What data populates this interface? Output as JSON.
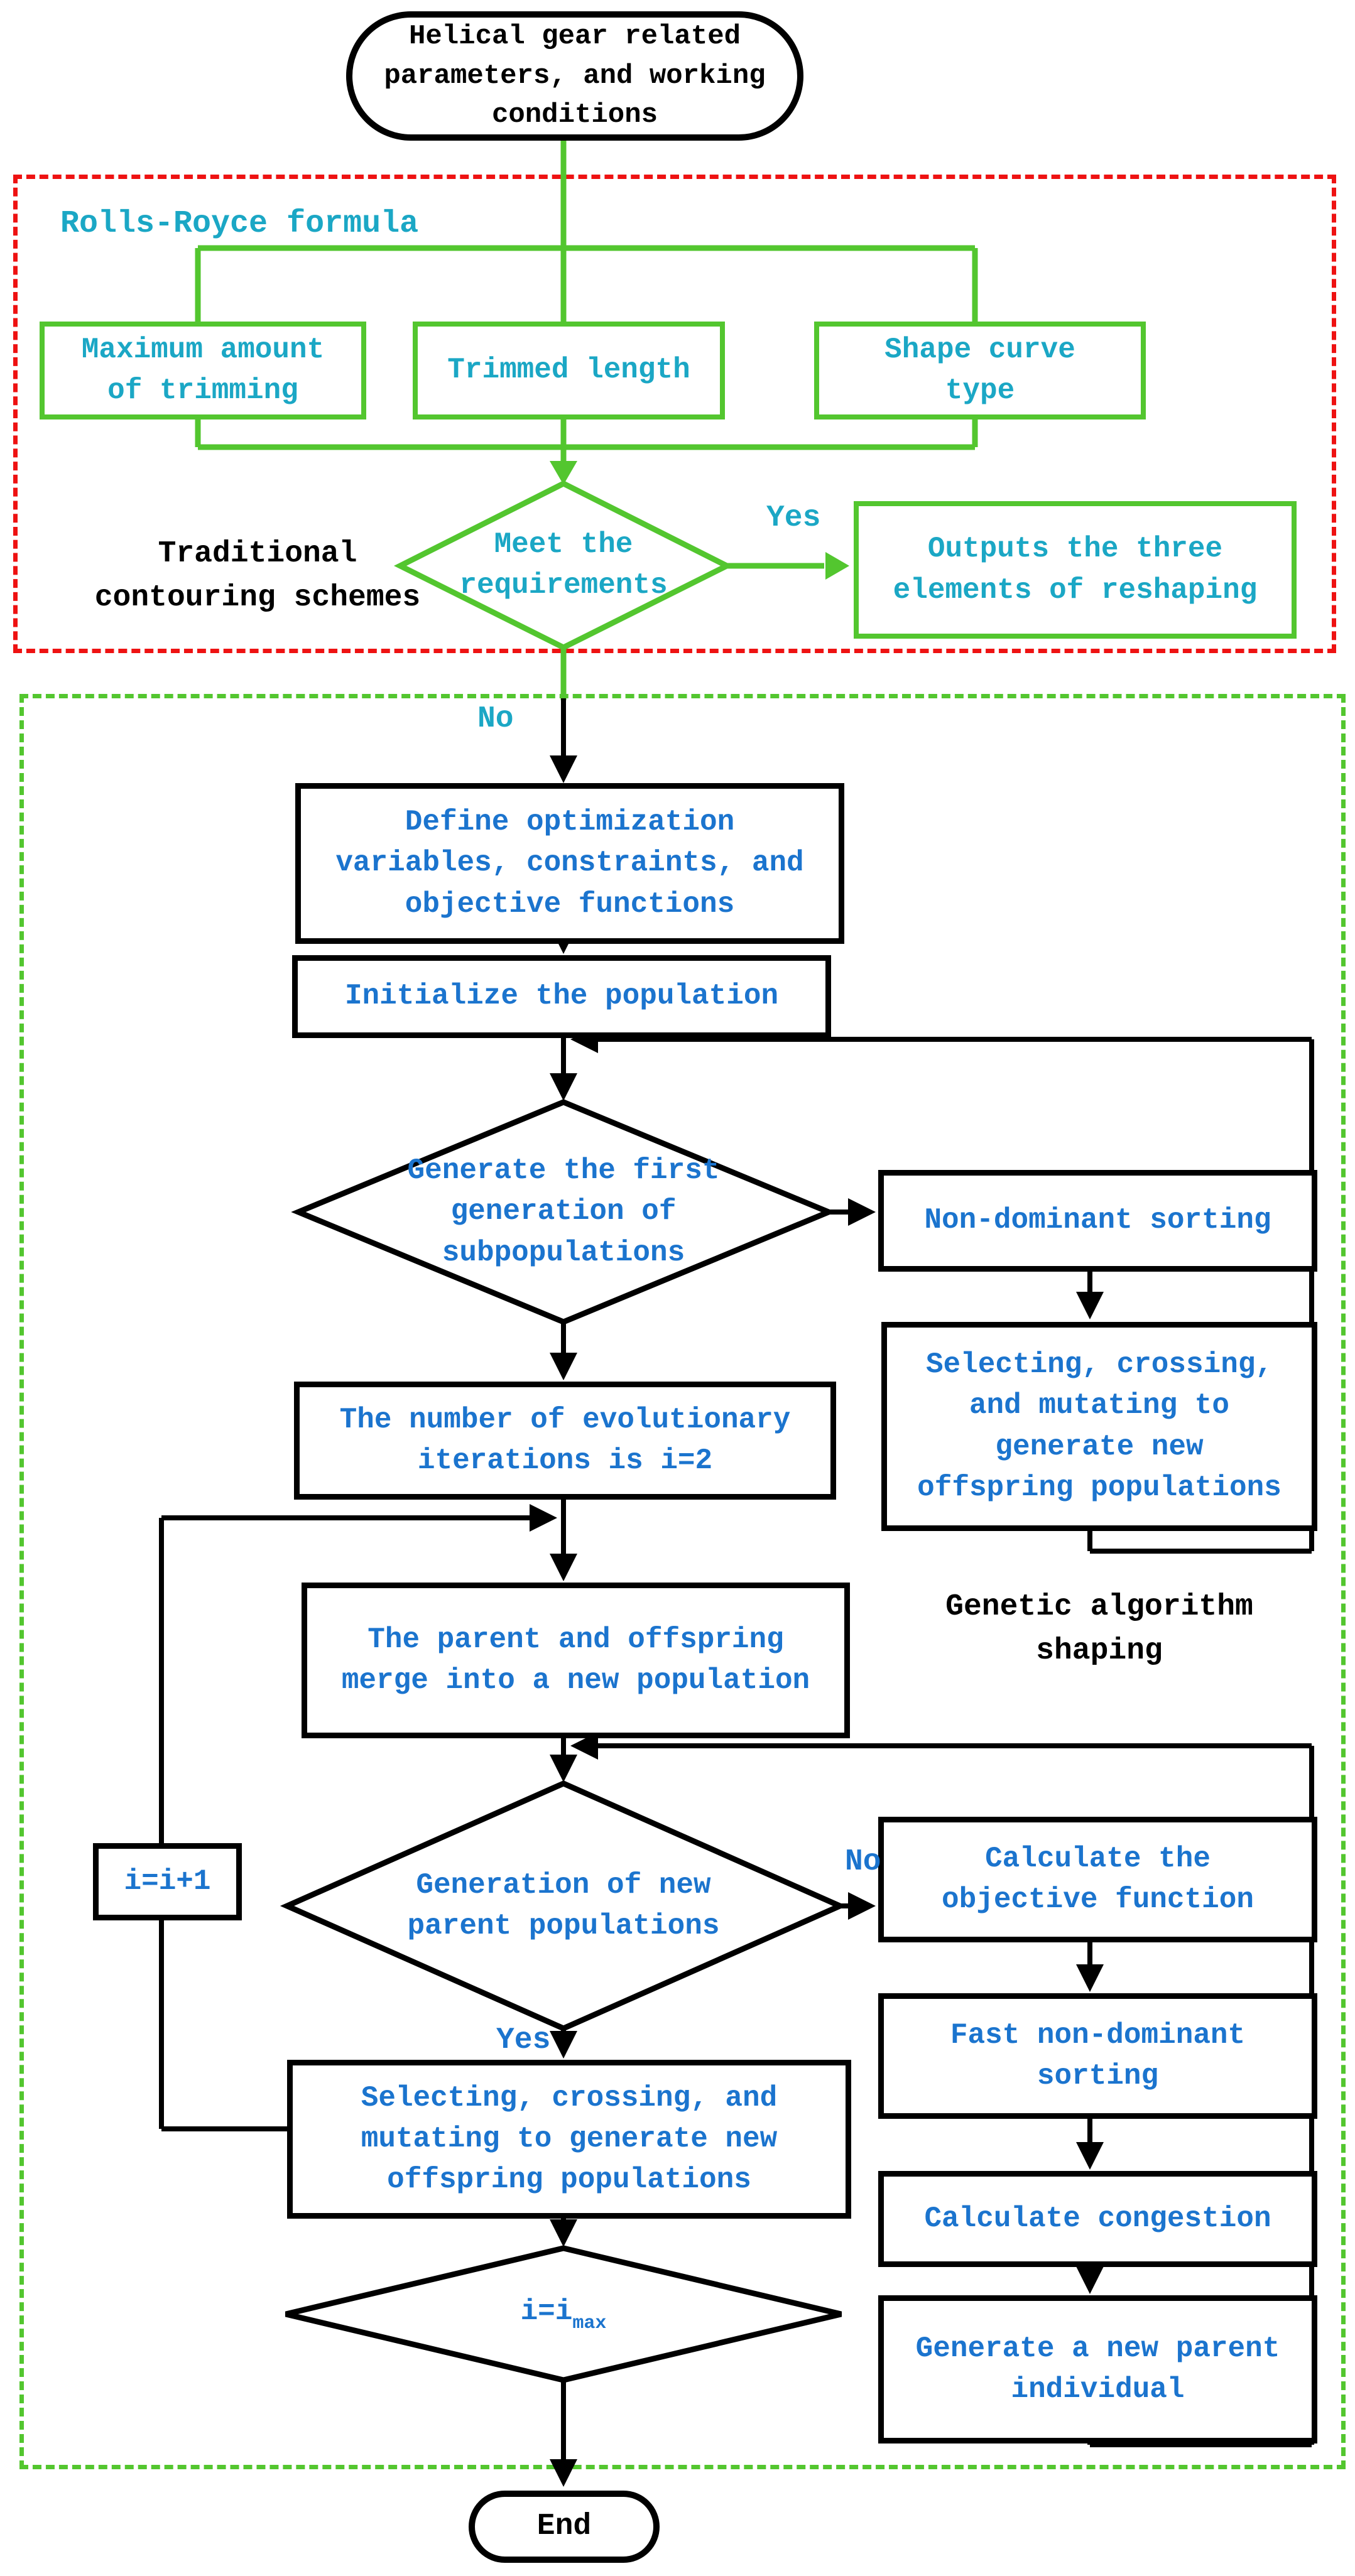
{
  "diagram": {
    "start": "Helical gear related\nparameters, and working\nconditions",
    "traditional": {
      "formula_label": "Rolls-Royce formula",
      "caption": "Traditional\ncontouring schemes",
      "max_trimming_box": "Maximum amount\nof trimming",
      "trimmed_length_box": "Trimmed length",
      "shape_curve_box": "Shape curve\ntype",
      "decision": "Meet the\nrequirements",
      "yes_label": "Yes",
      "no_label": "No",
      "outputs_box": "Outputs the three\nelements of reshaping"
    },
    "ga": {
      "caption": "Genetic algorithm\nshaping",
      "define_box": "Define optimization\nvariables, constraints, and\nobjective functions",
      "init_box": "Initialize the population",
      "subpop_decision": "Generate the first\ngeneration of\nsubpopulations",
      "nd_sort_box": "Non-dominant sorting",
      "select_right_box": "Selecting, crossing,\nand mutating to\ngenerate new\noffspring populations",
      "iterations_box": "The number of evolutionary\niterations is i=2",
      "merge_box": "The parent and offspring\nmerge into a new population",
      "new_parent_decision": "Generation of new\nparent populations",
      "no_label": "No",
      "yes_label": "Yes",
      "calc_objective_box": "Calculate the\nobjective function",
      "fast_sort_box": "Fast non-dominant\nsorting",
      "congestion_box": "Calculate congestion",
      "gen_parent_box": "Generate a new parent\nindividual",
      "select_left_box": "Selecting, crossing, and\nmutating to generate new\noffspring populations",
      "increment_box": "i=i+1",
      "max_iter_base": "i=i",
      "max_iter_sub": "max",
      "end": "End"
    },
    "colors": {
      "green": "#53c62f",
      "red": "#ee1212",
      "cyan": "#1ba7c5",
      "blue": "#1b74ce",
      "black": "#000000"
    }
  }
}
